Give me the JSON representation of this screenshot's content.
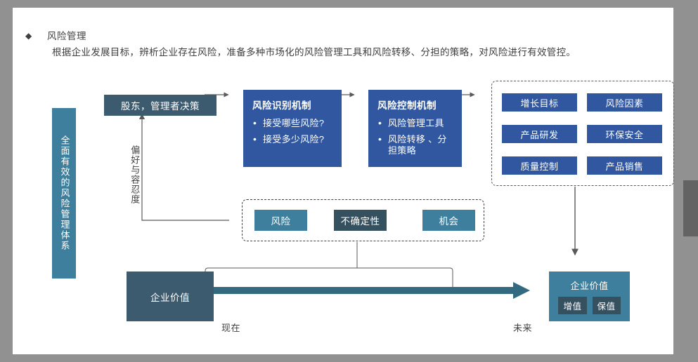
{
  "header": {
    "bullet_icon": "diamond-icon",
    "title": "风险管理",
    "description": "根据企业发展目标，辨析企业存在风险，准备多种市场化的风险管理工具和风险转移、分担的策略，对风险进行有效管控。"
  },
  "side_banner": {
    "label": "全面有效的风险管理体系"
  },
  "flow": {
    "decision_box": "股东，管理者决策",
    "preference_label": "偏好与容忍度",
    "mechanisms": [
      {
        "title": "风险识别机制",
        "items": [
          "接受哪些风险?",
          "接受多少风险?"
        ]
      },
      {
        "title": "风险控制机制",
        "items": [
          "风险管理工具",
          "风险转移 、分担策略"
        ]
      }
    ]
  },
  "objective_grid": {
    "cells": [
      "增长目标",
      "风险因素",
      "产品研发",
      "环保安全",
      "质量控制",
      "产品销售"
    ]
  },
  "middle_group": {
    "chips": [
      "风险",
      "不确定性",
      "机会"
    ]
  },
  "timeline": {
    "value_now": "企业价值",
    "label_now": "现在",
    "label_future": "未来",
    "value_future": {
      "title": "企业价值",
      "chips": [
        "增值",
        "保值"
      ]
    }
  },
  "colors": {
    "teal": "#3d7f9c",
    "slate": "#3c5b6e",
    "slate_dark": "#35505f",
    "blue": "#30579f",
    "frame_gray": "#919191",
    "scrollbar_thumb": "#636363",
    "text_dark": "#3f3f3f"
  },
  "scrollbar": {
    "name": "vertical-scrollbar"
  }
}
